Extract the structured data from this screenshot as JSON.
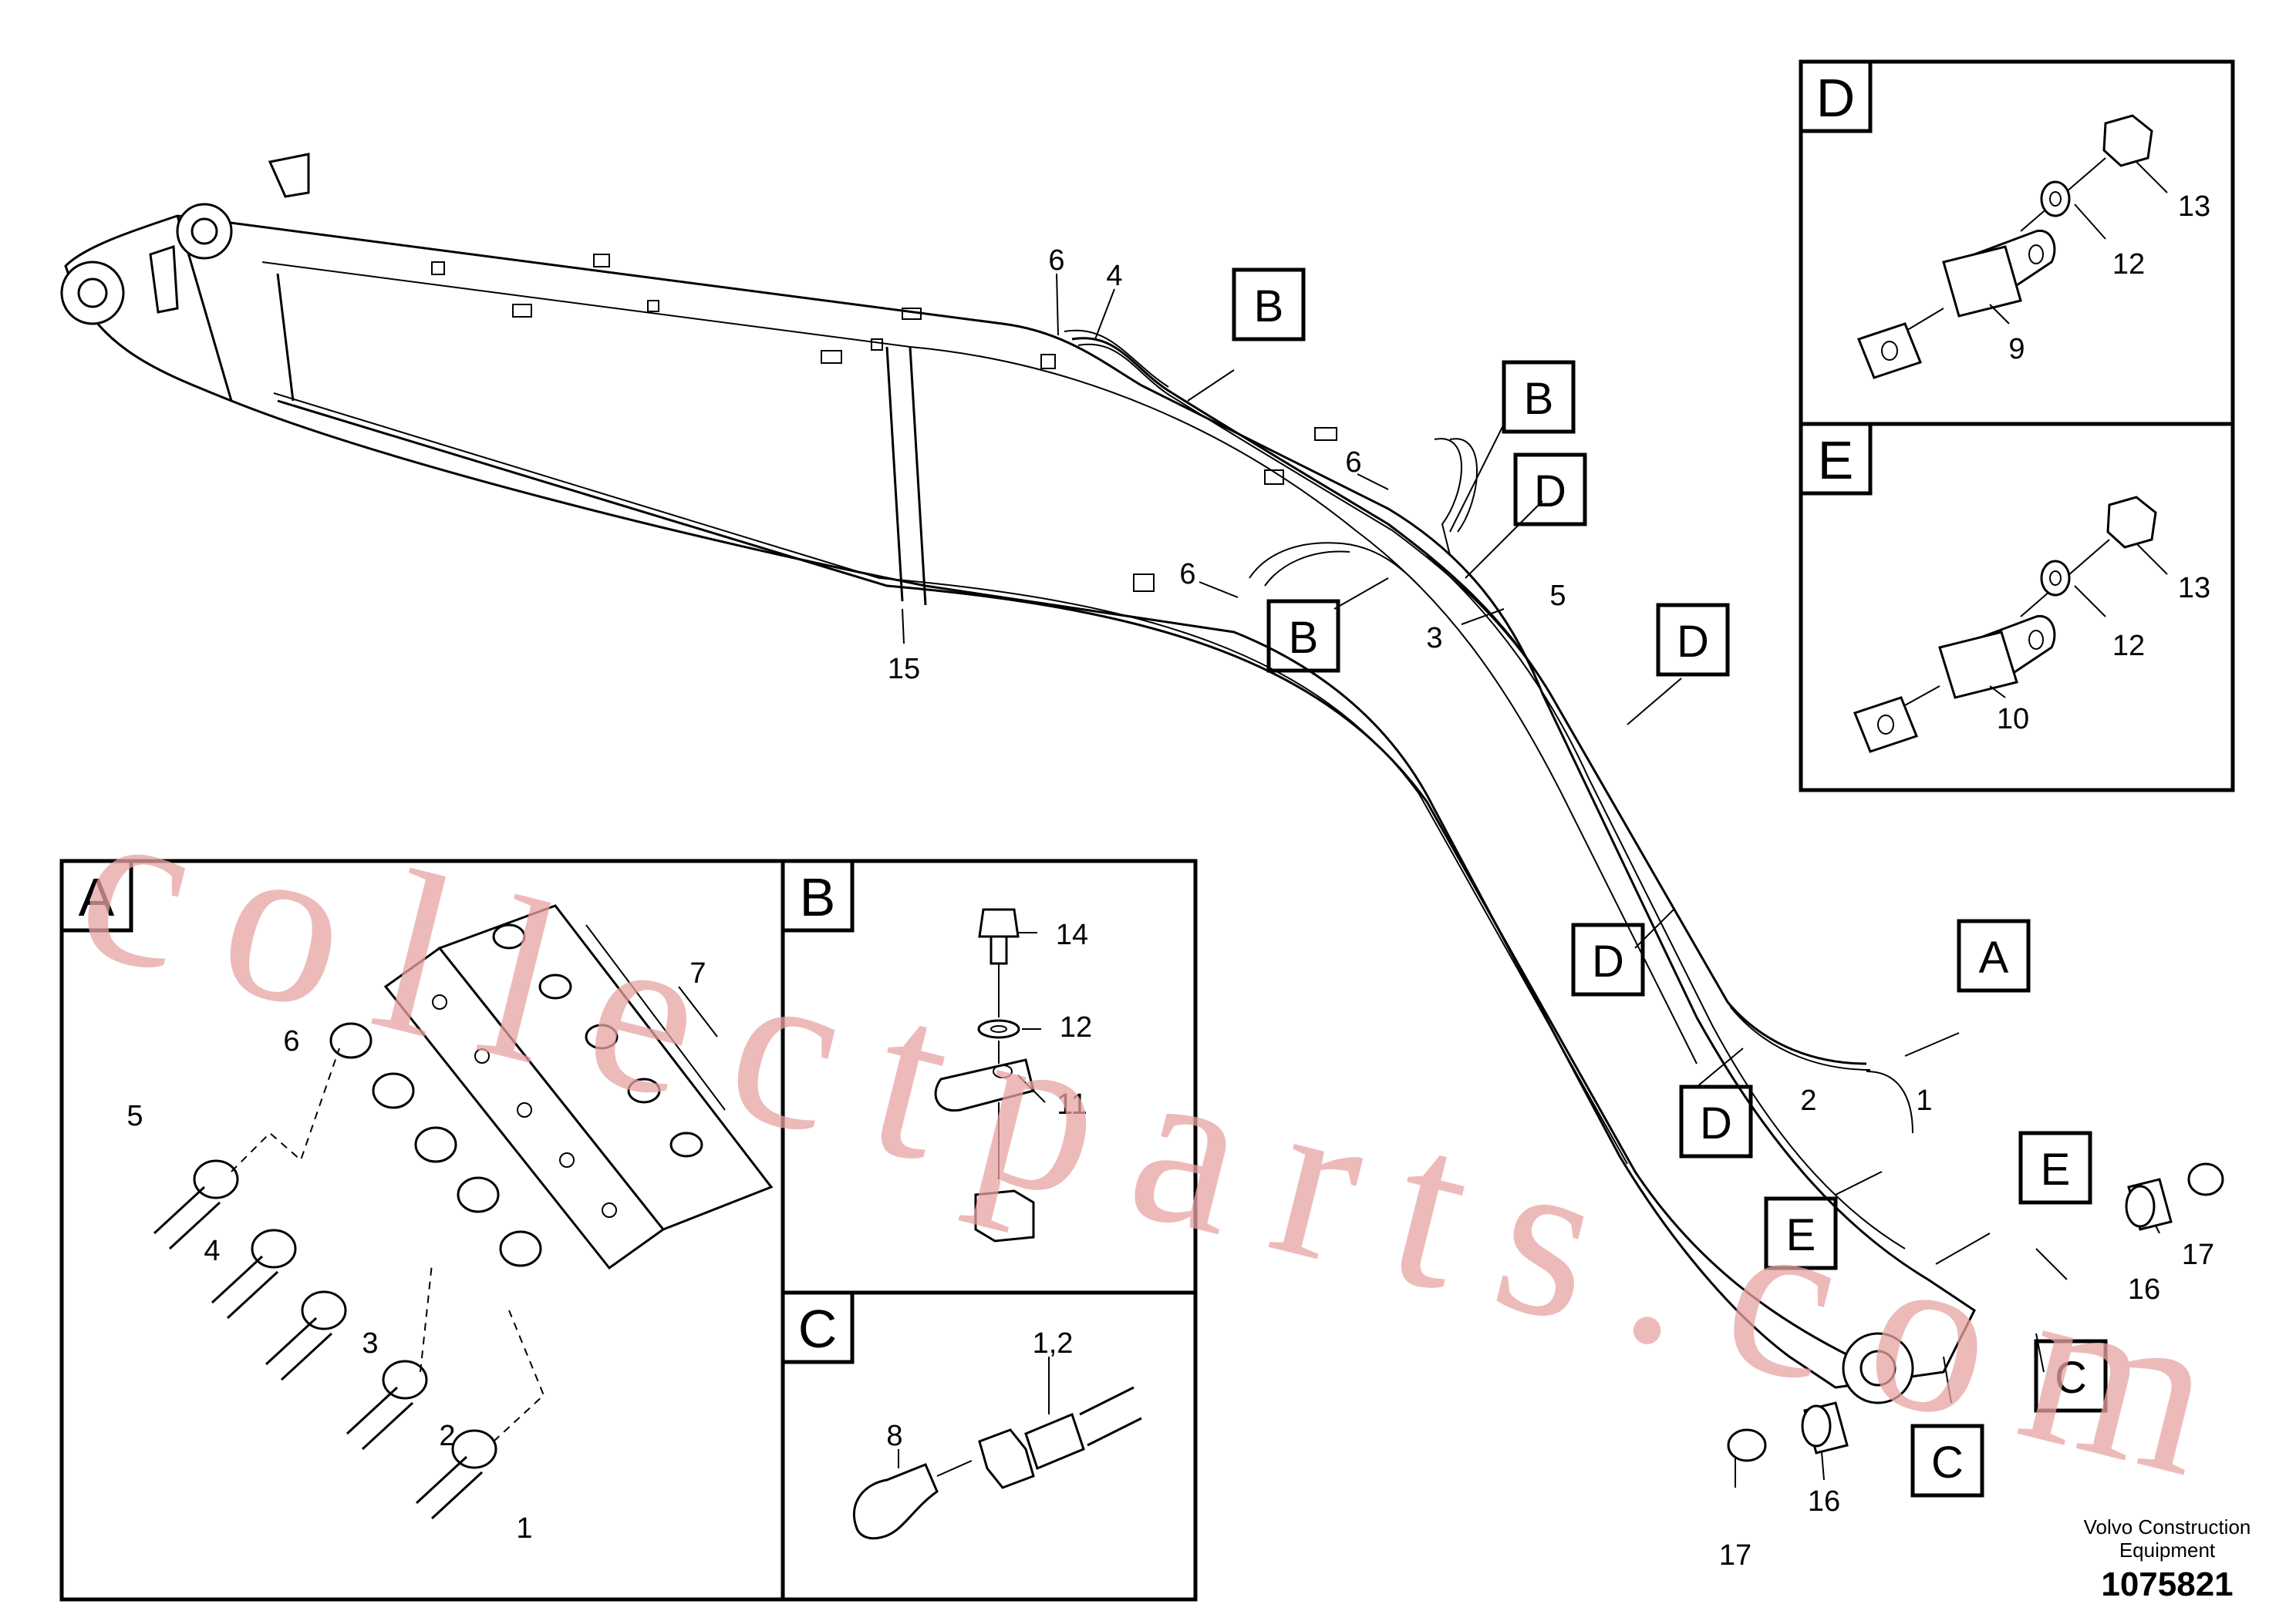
{
  "callouts": {
    "A": "A",
    "B": "B",
    "C": "C",
    "D": "D",
    "E": "E"
  },
  "main_labels": {
    "n1": "1",
    "n2": "2",
    "n3": "3",
    "n4": "4",
    "n5": "5",
    "n6a": "6",
    "n6b": "6",
    "n6c": "6",
    "n15": "15",
    "n16a": "16",
    "n16b": "16",
    "n17a": "17",
    "n17b": "17"
  },
  "detail_A": {
    "title": "A",
    "labels": [
      "1",
      "2",
      "3",
      "4",
      "5",
      "6",
      "7"
    ]
  },
  "detail_B": {
    "title": "B",
    "labels": [
      "14",
      "12",
      "11"
    ]
  },
  "detail_C": {
    "title": "C",
    "labels": [
      "1,2",
      "8"
    ]
  },
  "detail_D": {
    "title": "D",
    "labels": [
      "13",
      "12",
      "9"
    ]
  },
  "detail_E": {
    "title": "E",
    "labels": [
      "13",
      "12",
      "10"
    ]
  },
  "footer": {
    "brand_line1": "Volvo Construction",
    "brand_line2": "Equipment",
    "part_number": "1075821"
  },
  "watermark": "collectparts.com"
}
